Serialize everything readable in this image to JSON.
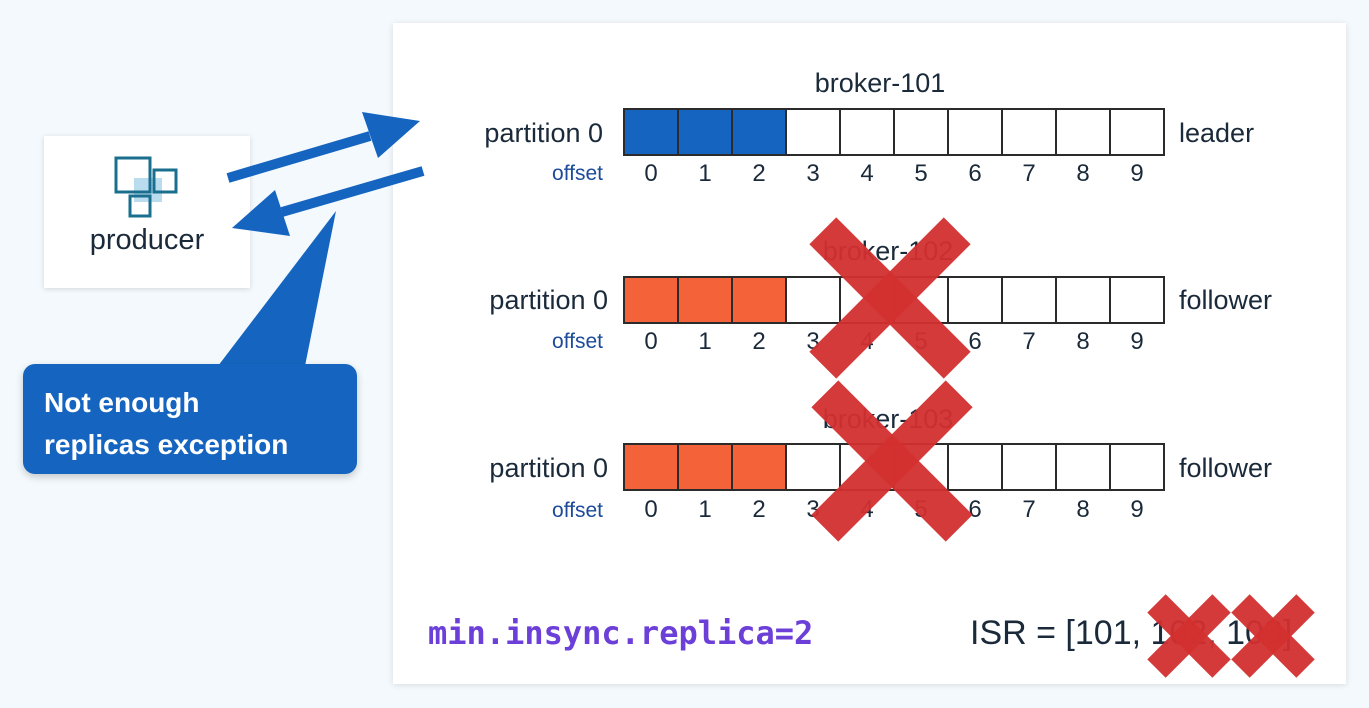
{
  "producer": {
    "label": "producer",
    "icon": "squares-icon"
  },
  "callout": {
    "line1": "Not enough",
    "line2": "replicas exception"
  },
  "brokers": [
    {
      "name": "broker-101",
      "partition": "partition 0",
      "offset_label": "offset",
      "role": "leader",
      "filled": 3,
      "fill_color": "#1565c0",
      "failed": false
    },
    {
      "name": "broker-102",
      "partition": "partition 0",
      "offset_label": "offset",
      "role": "follower",
      "filled": 3,
      "fill_color": "#f4623a",
      "failed": true
    },
    {
      "name": "broker-103",
      "partition": "partition 0",
      "offset_label": "offset",
      "role": "follower",
      "filled": 3,
      "fill_color": "#f4623a",
      "failed": true
    }
  ],
  "offsets": [
    "0",
    "1",
    "2",
    "3",
    "4",
    "5",
    "6",
    "7",
    "8",
    "9"
  ],
  "config": "min.insync.replica=2",
  "isr": "ISR = [101, 102, 103]",
  "colors": {
    "leader": "#1565c0",
    "follower": "#f4623a",
    "x_mark": "#d32f2f",
    "arrow": "#1565c0",
    "config": "#6c3fd8"
  }
}
